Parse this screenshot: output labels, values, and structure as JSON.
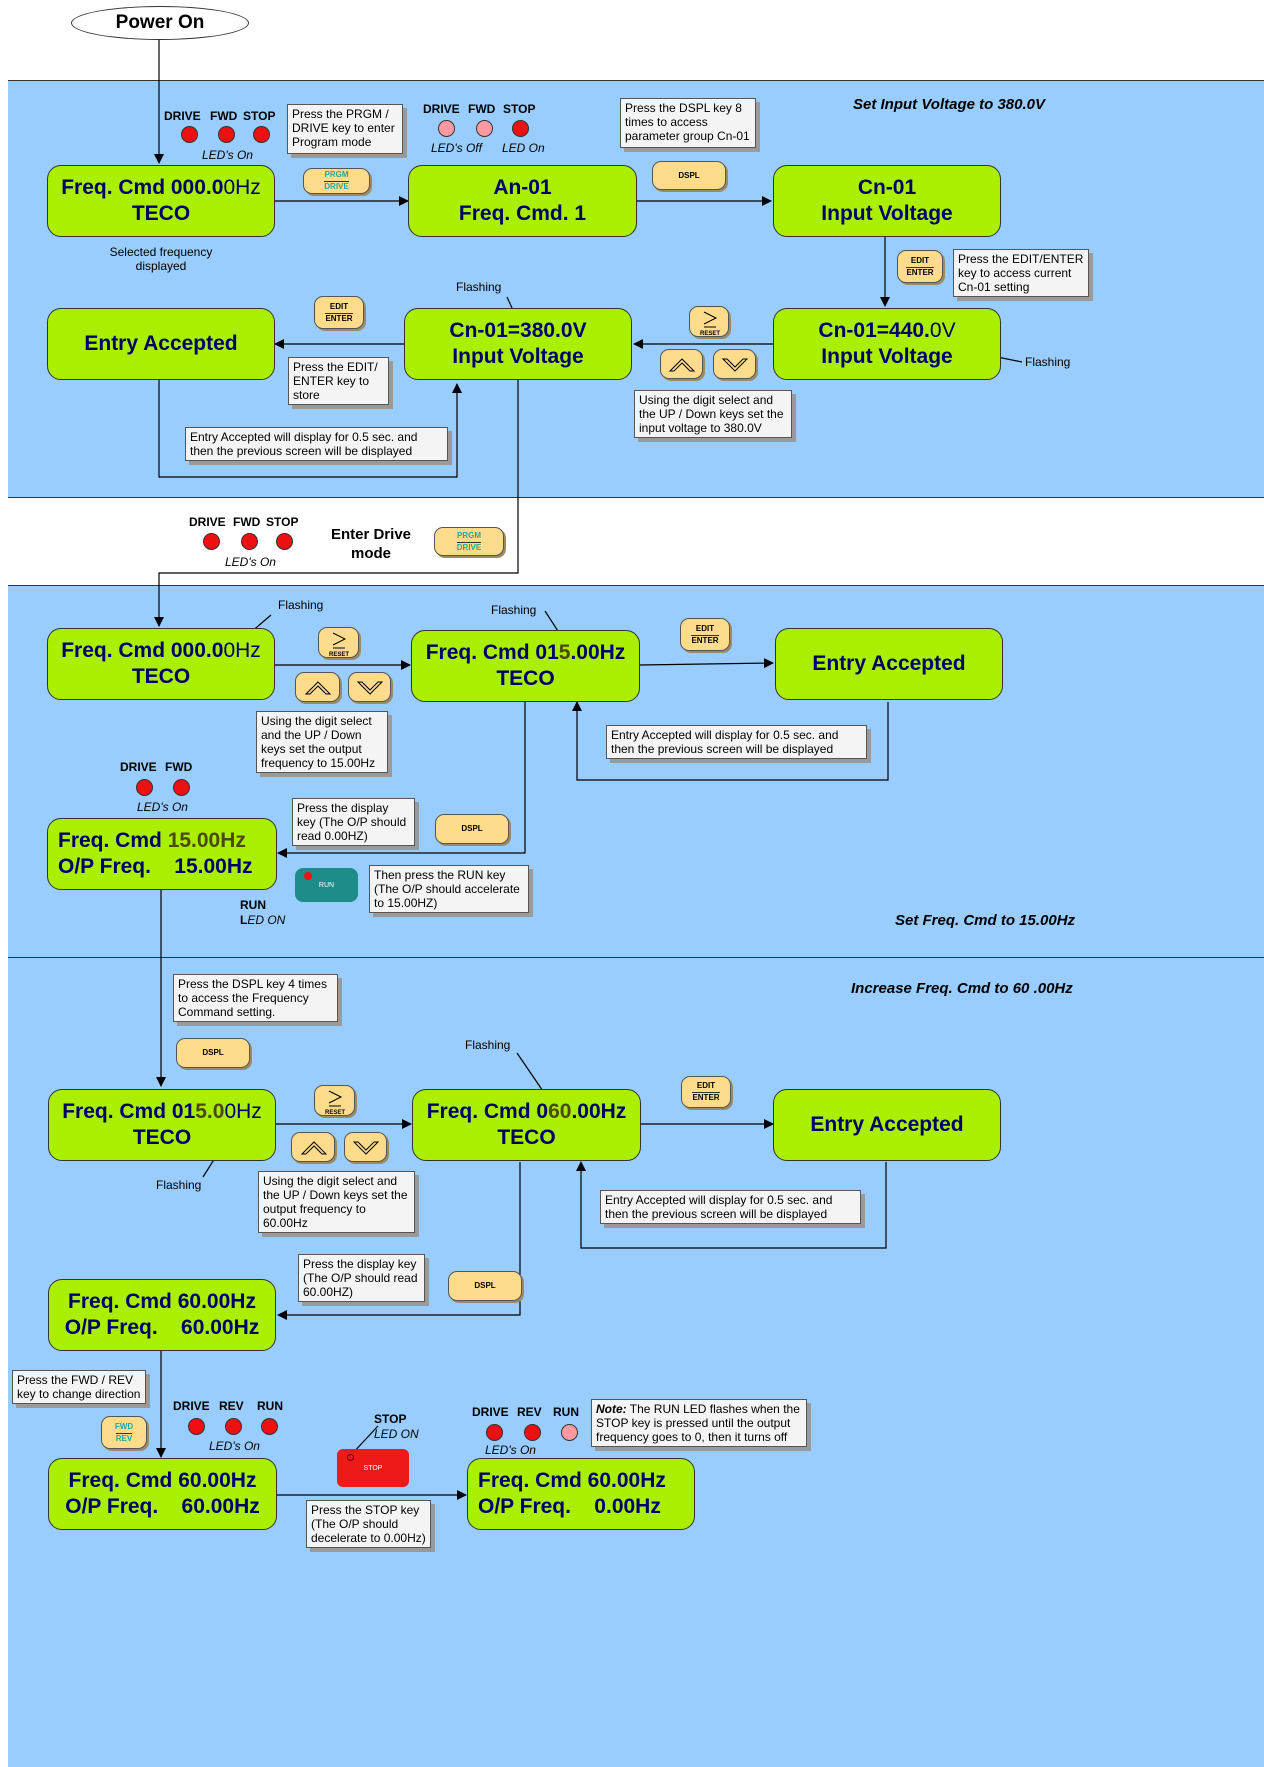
{
  "power_on": "Power On",
  "sections": {
    "s1_title": "Set Input Voltage  to 380.0V",
    "s2_title": "Set Freq. Cmd to 15.00Hz",
    "s3_title": "Increase  Freq. Cmd to 60 .00Hz"
  },
  "leds": {
    "drive": "DRIVE",
    "fwd": "FWD",
    "stop": "STOP",
    "rev": "REV",
    "run": "RUN",
    "leds_on": "LED's On",
    "leds_off": "LED's Off",
    "led_on": "LED On",
    "led_on_caps": "LED ON",
    "run_led_on_l": "L",
    "run_led_on_rest": "ED ON"
  },
  "keys": {
    "prgm": "PRGM",
    "drive": "DRIVE",
    "dspl": "DSPL",
    "edit": "EDIT",
    "enter": "ENTER",
    "reset": "RESET",
    "run": "RUN",
    "stop": "STOP",
    "fwd": "FWD",
    "rev": "REV"
  },
  "displays": {
    "freq_cmd_prefix": "Freq. Cmd ",
    "d1_digits_bold": "000.0",
    "d1_digits_thin": "0Hz",
    "teco": "TECO",
    "an01_l1": "An-01",
    "an01_l2": "Freq. Cmd. 1",
    "cn01_l1": "Cn-01",
    "input_voltage": "Input Voltage",
    "cn440_a": "Cn-01=440.",
    "cn440_b": "0V",
    "cn380": "Cn-01=380.0V",
    "entry_accepted": "Entry Accepted",
    "d015_a": "01",
    "d015_b": "5",
    "d015_c": ".00Hz",
    "f15_l1a": "Freq. Cmd ",
    "f15_l1b": "15.00Hz",
    "f15_l2": "O/P Freq.    15.00Hz",
    "s3_d1_a": "01",
    "s3_d1_b": "5.0",
    "s3_d1_c": "0Hz",
    "s3_d2_a": "0",
    "s3_d2_b": "60",
    "s3_d2_c": ".00Hz",
    "f60_l1": "Freq. Cmd 60.00Hz",
    "f60_l2": "O/P Freq.    60.00Hz",
    "f60_l2_zero": "O/P Freq.    0.00Hz"
  },
  "notes": {
    "prgm_enter": "Press the PRGM / DRIVE key to enter Program mode",
    "dspl_8": "Press the DSPL key 8 times to access parameter group Cn-01",
    "edit_access": "Press the EDIT/ENTER key to access current Cn-01 setting",
    "digit_voltage": "Using the digit select and the UP / Down keys set the input voltage to 380.0V",
    "edit_store": "Press the EDIT/ ENTER key to store",
    "entry_accepted_note": "Entry Accepted will display for 0.5 sec. and then the previous screen will be displayed",
    "digit_15": "Using the digit select and the UP / Down keys set the output frequency to 15.00Hz",
    "display_0": "Press the display key (The O/P should read 0.00HZ)",
    "run_key": "Then press the RUN key (The O/P should accelerate  to 15.00HZ)",
    "dspl_4": "Press the DSPL key 4 times to access the Frequency Command setting.",
    "digit_60": "Using the digit select and the UP / Down keys set the output frequency to 60.00Hz",
    "display_60": "Press the display key (The O/P should read 60.00HZ)",
    "fwd_rev": "Press the FWD / REV key to change direction",
    "stop_key": "Press the STOP key (The O/P should decelerate to 0.00Hz)",
    "note_label": "Note:",
    "note_run": " The RUN LED flashes when the STOP key is pressed until the output frequency goes to 0, then it turns off"
  },
  "labels": {
    "selected_freq": "Selected frequency displayed",
    "flashing": "Flashing",
    "enter_drive_mode": "Enter Drive mode"
  },
  "colors": {
    "section_bg": "#99ccff",
    "lcd_bg": "#aaee00",
    "lcd_text": "#00006a",
    "key_bg": "#ffdc8c",
    "led_on": "#ee1010",
    "led_off": "#ff9aa2",
    "run_key_bg": "#1e8c88",
    "stop_key_bg": "#ee1a1a"
  }
}
